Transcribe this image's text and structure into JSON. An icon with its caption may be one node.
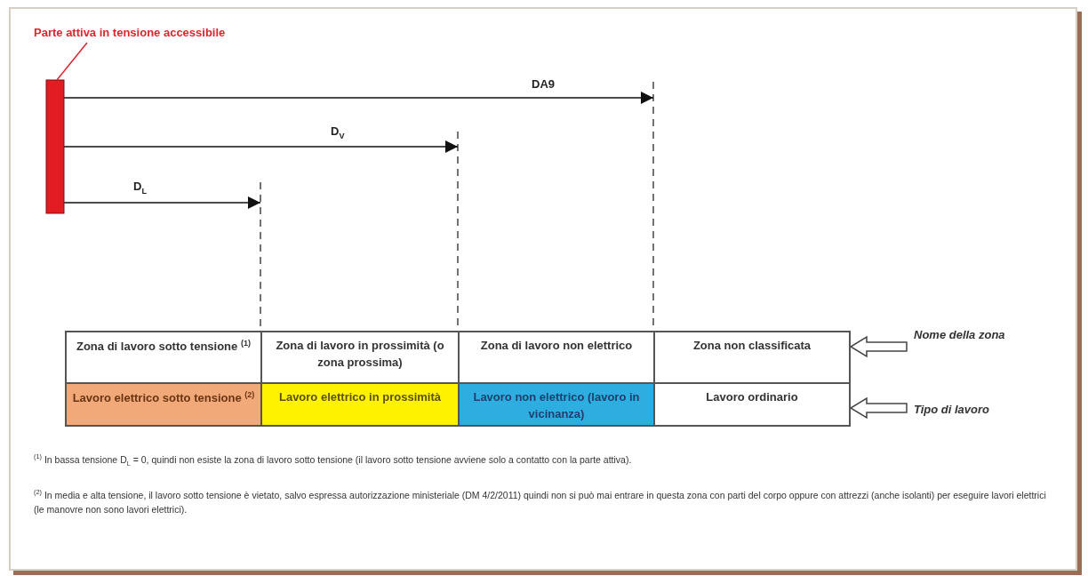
{
  "diagram": {
    "nodes": [
      {
        "text": [
          "Parte attiva in tensione accessibile"
        ]
      },
      {
        "text": [],
        "shape": "bar"
      },
      {
        "text": [
          "Zona di lavoro sotto tensione $^{(1)}$"
        ]
      },
      {
        "text": [
          "Zona di lavoro in prossimità (o zona prossima)"
        ]
      },
      {
        "text": [
          "Zona di lavoro non elettrico"
        ]
      },
      {
        "text": [
          "Zona non classificata"
        ]
      },
      {
        "text": [
          "Lavoro elettrico sotto tensione $^{(2)}$"
        ]
      },
      {
        "text": [
          "Lavoro elettrico in prossimità"
        ]
      },
      {
        "text": [
          "Lavoro non elettrico (lavoro in vicinanza)"
        ]
      },
      {
        "text": [
          "Lavoro ordinario"
        ]
      },
      {
        "text": [
          "Nome della zona"
        ]
      },
      {
        "text": [
          "Tipo di lavoro"
        ]
      }
    ],
    "edges": [
      {
        "from": 0,
        "to": 1,
        "arrow": "none",
        "color": "#d9262f"
      },
      {
        "from": 10,
        "to": 5,
        "arrow": "to",
        "style": "thick"
      },
      {
        "from": 11,
        "to": 9,
        "arrow": "to",
        "style": "thick"
      }
    ],
    "labels": [
      "DA9",
      "D$_{V}$",
      "D$_{L}$",
      "$^{(1)}$ In bassa tensione D$_{L}$ = 0, quindi non esiste la zona di lavoro sotto tensione (il lavoro sotto tensione avviene solo a contatto con la parte attiva).",
      "$^{(2)}$ In media e alta tensione, il lavoro sotto tensione è vietato, salvo espressa autorizzazione ministeriale (DM 4/2/2011) quindi non si può mai entrare in questa zona con parti del corpo oppure con attrezzi (anche isolanti) per eseguire lavori elettrici (le manovre non sono lavori elettrici)."
    ]
  }
}
